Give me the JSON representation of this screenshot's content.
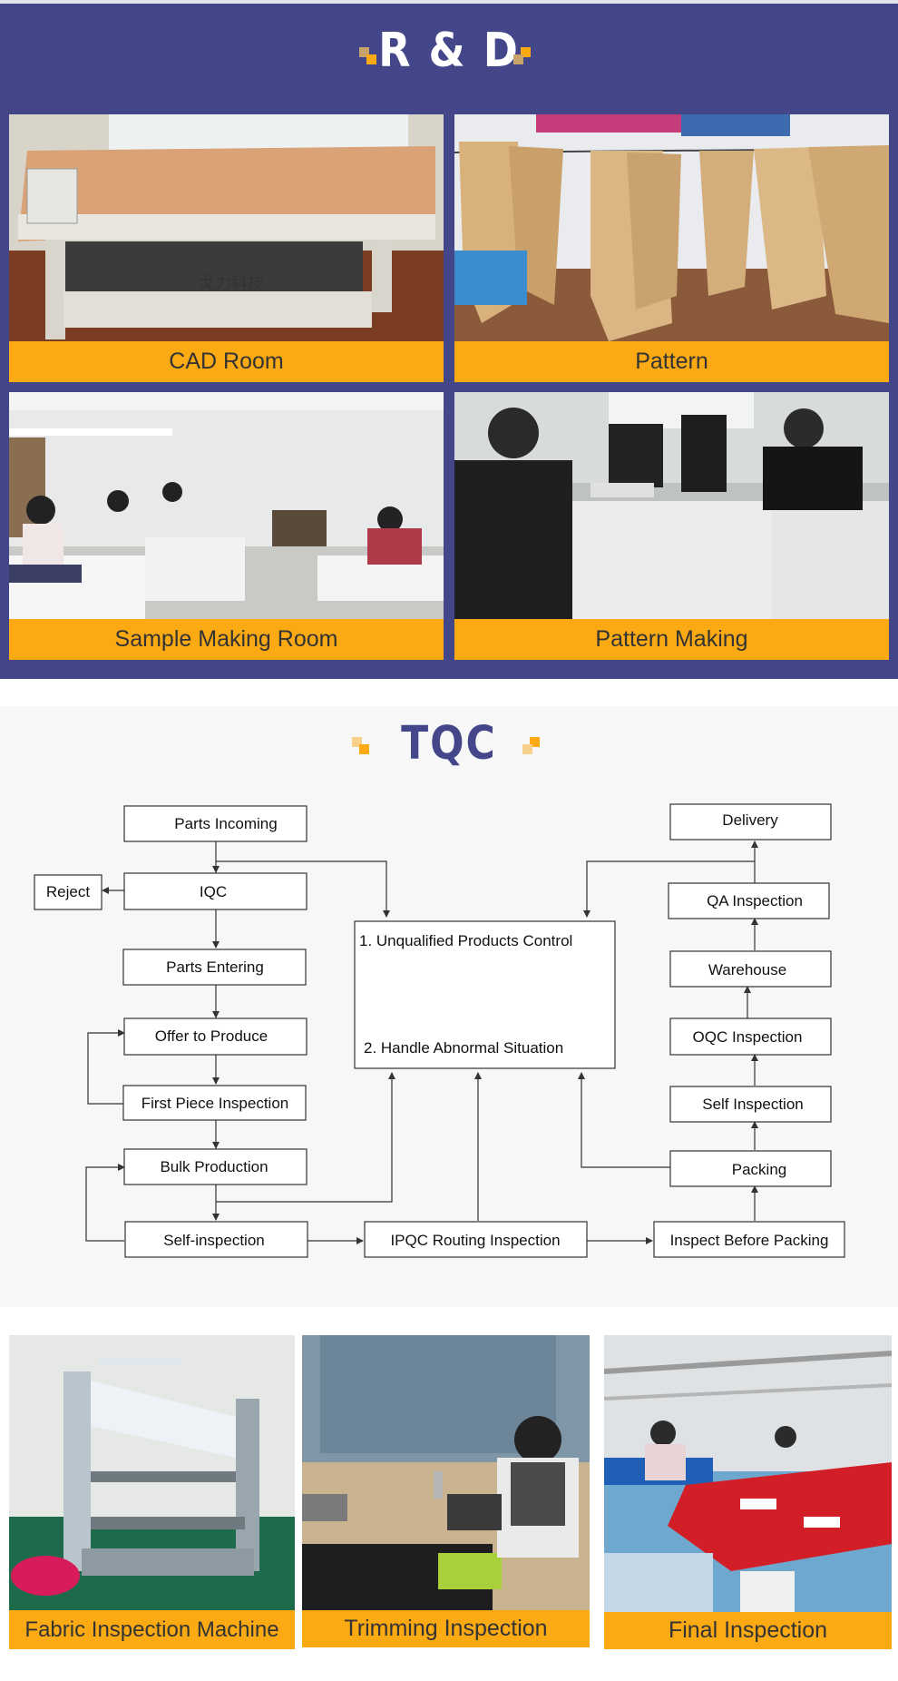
{
  "rd": {
    "title": "R & D",
    "tiles": [
      {
        "caption": "CAD Room",
        "sign": "戈力科技"
      },
      {
        "caption": "Pattern"
      },
      {
        "caption": "Sample Making Room"
      },
      {
        "caption": "Pattern Making"
      }
    ]
  },
  "tqc": {
    "title": "TQC",
    "flow": {
      "parts_incoming": "Parts Incoming",
      "reject": "Reject",
      "iqc": "IQC",
      "parts_entering": "Parts Entering",
      "offer_to_produce": "Offer to Produce",
      "first_piece": "First Piece Inspection",
      "bulk_production": "Bulk Production",
      "self_inspection": "Self-inspection",
      "ipqc": "IPQC Routing Inspection",
      "inspect_before_packing": "Inspect Before Packing",
      "packing": "Packing",
      "self_inspection_right": "Self Inspection",
      "oqc": "OQC Inspection",
      "warehouse": "Warehouse",
      "qa": "QA Inspection",
      "delivery": "Delivery",
      "unqualified": "1. Unqualified Products Control",
      "abnormal": "2. Handle Abnormal Situation"
    }
  },
  "bottom": {
    "tiles": [
      {
        "caption": "Fabric Inspection Machine"
      },
      {
        "caption": "Trimming Inspection"
      },
      {
        "caption": "Final Inspection"
      }
    ]
  },
  "colors": {
    "brand_blue": "#43478a",
    "caption_orange": "#fbaa14"
  }
}
